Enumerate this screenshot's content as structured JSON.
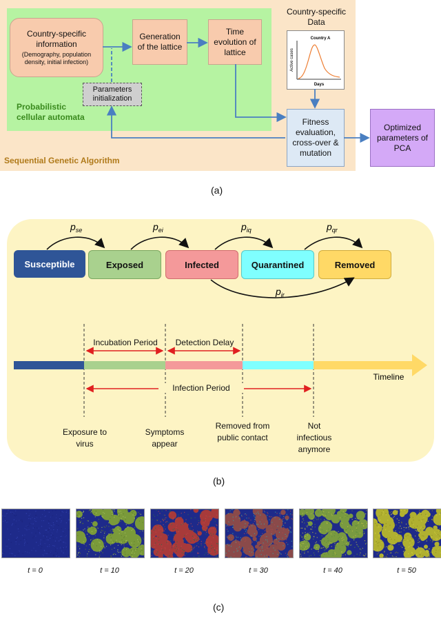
{
  "panel_a": {
    "sga_label": "Sequential Genetic Algorithm",
    "pca_label_line1": "Probabilistic",
    "pca_label_line2": "cellular automata",
    "info_title": "Country-specific information",
    "info_sub": "(Demography, population density, initial infection)",
    "generation": "Generation of the lattice",
    "time_evolution": "Time evolution of lattice",
    "params_init": "Parameters initialization",
    "data_title_line1": "Country-specific",
    "data_title_line2": "Data",
    "plot_title": "Country A",
    "plot_ylabel": "Active cases",
    "plot_xlabel": "Days",
    "fitness": "Fitness evaluation, cross-over & mutation",
    "optimized": "Optimized parameters of PCA",
    "caption": "(a)"
  },
  "panel_b": {
    "states": [
      {
        "label": "Susceptible",
        "color": "#2f5597",
        "text_color": "#ffffff"
      },
      {
        "label": "Exposed",
        "color": "#a9d18e",
        "text_color": "#111111"
      },
      {
        "label": "Infected",
        "color": "#f4999a",
        "text_color": "#111111"
      },
      {
        "label": "Quarantined",
        "color": "#7fffff",
        "text_color": "#111111"
      },
      {
        "label": "Removed",
        "color": "#ffd966",
        "text_color": "#111111"
      }
    ],
    "rates": {
      "pse": "p",
      "pse_sub": "se",
      "pei": "p",
      "pei_sub": "ei",
      "piq": "p",
      "piq_sub": "iq",
      "pqr": "p",
      "pqr_sub": "qr",
      "pir": "p",
      "pir_sub": "ir"
    },
    "incubation": "Incubation Period",
    "detection": "Detection Delay",
    "infection_period": "Infection Period",
    "timeline": "Timeline",
    "events": [
      "Exposure to virus",
      "Symptoms appear",
      "Removed from public contact",
      "Not infectious anymore"
    ],
    "caption": "(b)"
  },
  "panel_c": {
    "snapshots": [
      {
        "label": "t = 0"
      },
      {
        "label": "t = 10"
      },
      {
        "label": "t = 20"
      },
      {
        "label": "t = 30"
      },
      {
        "label": "t = 40"
      },
      {
        "label": "t = 50"
      }
    ],
    "caption": "(c)"
  },
  "colors": {
    "sga_bg": "#fbe5c8",
    "pca_bg": "#b6f3a2",
    "arrow_blue": "#4a7fc1",
    "panel_b_bg": "#fdf4c4",
    "red_arrow": "#e02020",
    "optimized_bg": "#d4a9f7",
    "fitness_bg": "#dde9f5"
  }
}
